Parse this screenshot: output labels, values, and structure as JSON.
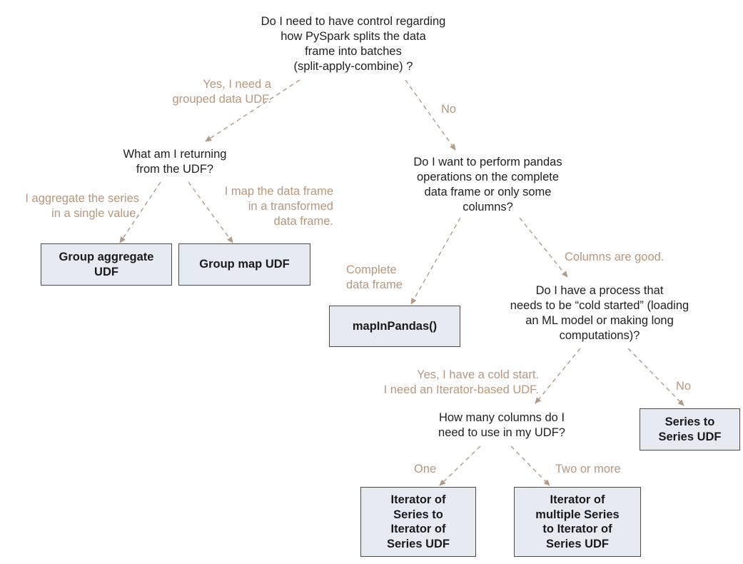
{
  "questions": {
    "q1": "Do I need to have control regarding\nhow PySpark splits the data\nframe into batches\n(split-apply-combine) ?",
    "q2": "What am I returning\nfrom the UDF?",
    "q3": "Do I want to perform pandas\noperations on the complete\ndata frame or only some\ncolumns?",
    "q4": "Do I have a process that\nneeds to be “cold started” (loading\nan ML model or making long\ncomputations)?",
    "q5": "How many columns do I\nneed to use in my UDF?"
  },
  "edge_labels": {
    "yes_grouped": "Yes, I need a\ngrouped data UDF.",
    "no_1": "No",
    "aggregate": "I aggregate the series\nin a single value.",
    "map": "I map the data frame\nin a transformed\ndata frame.",
    "complete": "Complete\ndata frame",
    "columns_good": "Columns are good.",
    "yes_cold": "Yes, I have a cold start.\nI need an Iterator-based UDF.",
    "no_2": "No",
    "one": "One",
    "two_or_more": "Two or more"
  },
  "results": {
    "group_aggregate": "Group aggregate\nUDF",
    "group_map": "Group map UDF",
    "map_in_pandas": "mapInPandas()",
    "series_to_series": "Series to\nSeries UDF",
    "iter_series": "Iterator of\nSeries to\nIterator of\nSeries UDF",
    "iter_multi": "Iterator of\nmultiple Series\nto Iterator of\nSeries UDF"
  }
}
